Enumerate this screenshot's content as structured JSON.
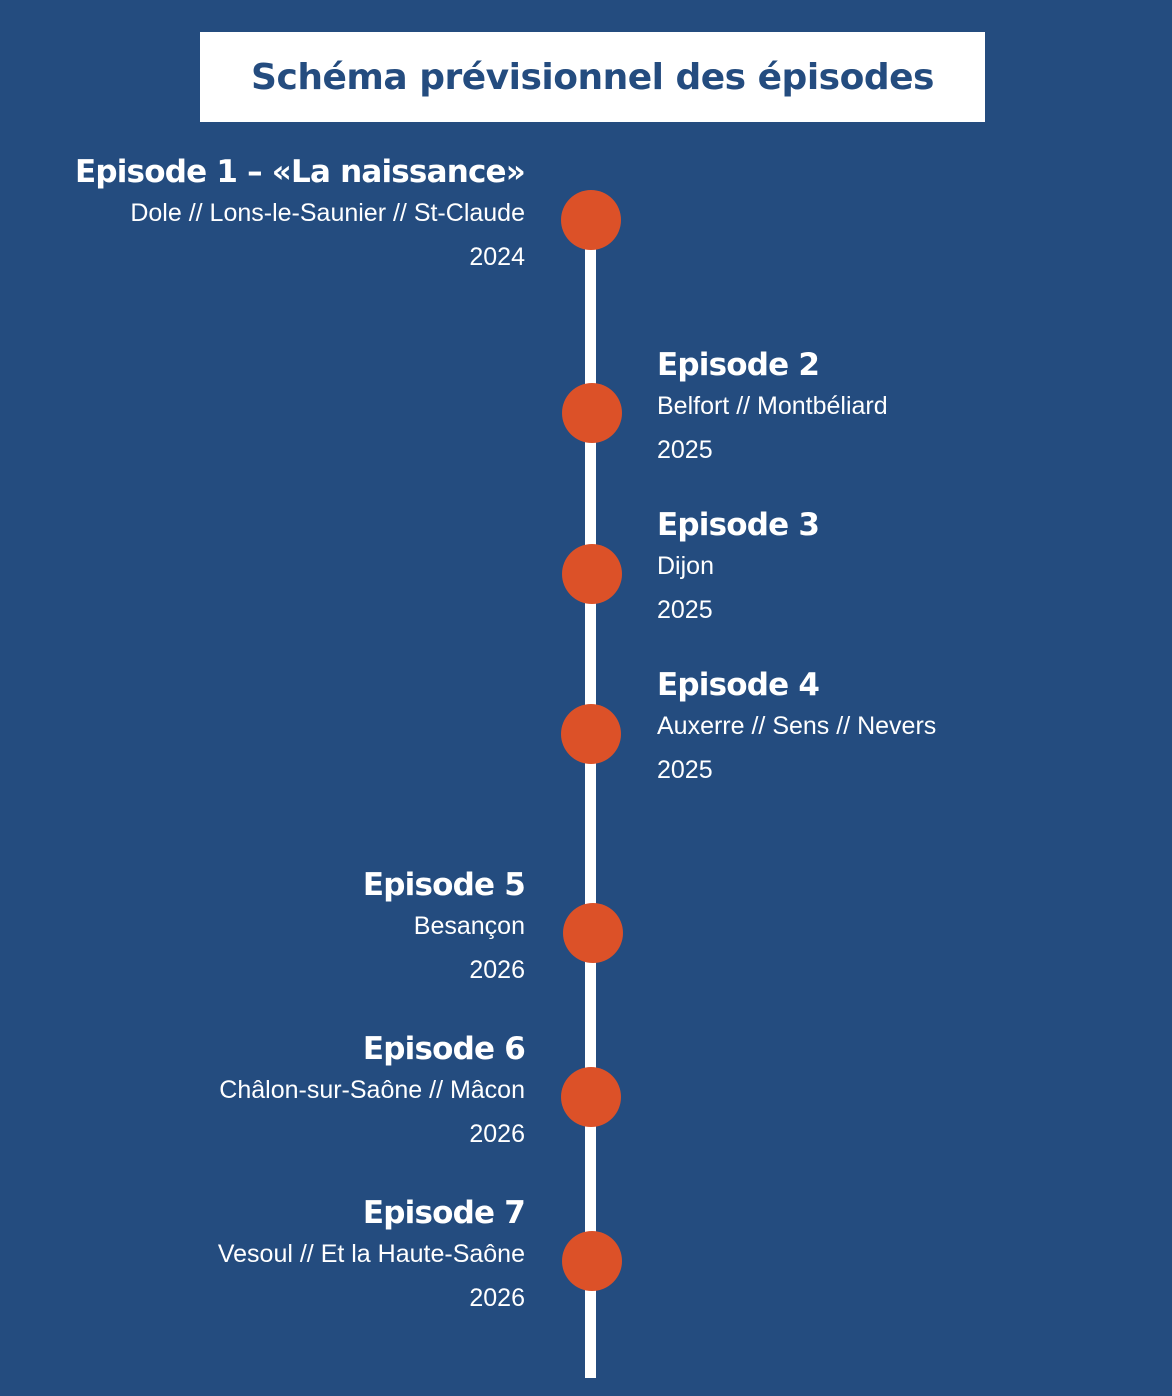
{
  "title": "Schéma prévisionnel des épisodes",
  "colors": {
    "background": "#244c7f",
    "title_box": "#ffffff",
    "title_text": "#244c7f",
    "timeline": "#ffffff",
    "dot": "#dc5128",
    "text": "#ffffff"
  },
  "episodes": [
    {
      "title": "Episode 1 – «La naissance»",
      "cities": "Dole // Lons-le-Saunier // St-Claude",
      "year": "2024",
      "side": "left"
    },
    {
      "title": "Episode 2",
      "cities": "Belfort // Montbéliard",
      "year": "2025",
      "side": "right"
    },
    {
      "title": "Episode 3",
      "cities": "Dijon",
      "year": "2025",
      "side": "right"
    },
    {
      "title": "Episode 4",
      "cities": "Auxerre // Sens // Nevers",
      "year": "2025",
      "side": "right"
    },
    {
      "title": "Episode 5",
      "cities": "Besançon",
      "year": "2026",
      "side": "left"
    },
    {
      "title": "Episode 6",
      "cities": "Châlon-sur-Saône // Mâcon",
      "year": "2026",
      "side": "left"
    },
    {
      "title": "Episode 7",
      "cities": "Vesoul // Et la Haute-Saône",
      "year": "2026",
      "side": "left"
    }
  ]
}
